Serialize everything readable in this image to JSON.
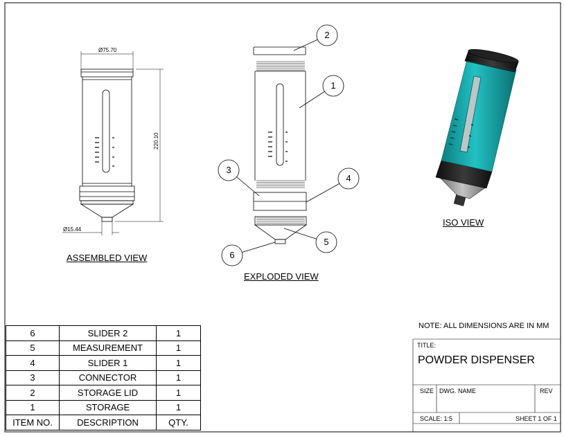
{
  "views": {
    "assembled": "ASSEMBLED VIEW",
    "exploded": "EXPLODED VIEW",
    "iso": "ISO VIEW"
  },
  "dimensions": {
    "top_diameter": "Ø75.70",
    "height": "220.10",
    "nozzle_diameter": "Ø15.44"
  },
  "balloons": [
    "1",
    "2",
    "3",
    "4",
    "5",
    "6"
  ],
  "bom": {
    "rows": [
      {
        "item": "6",
        "description": "SLIDER 2",
        "qty": "1"
      },
      {
        "item": "5",
        "description": "MEASUREMENT",
        "qty": "1"
      },
      {
        "item": "4",
        "description": "SLIDER 1",
        "qty": "1"
      },
      {
        "item": "3",
        "description": "CONNECTOR",
        "qty": "1"
      },
      {
        "item": "2",
        "description": "STORAGE LID",
        "qty": "1"
      },
      {
        "item": "1",
        "description": "STORAGE",
        "qty": "1"
      }
    ],
    "header": {
      "item": "ITEM NO.",
      "description": "DESCRIPTION",
      "qty": "QTY."
    }
  },
  "note": "NOTE: ALL DIMENSIONS ARE IN MM",
  "title_block": {
    "title_label": "TITLE:",
    "title": "POWDER DISPENSER",
    "size_label": "SIZE",
    "dwg_label": "DWG.  NAME",
    "rev_label": "REV",
    "scale": "SCALE: 1:5",
    "sheet": "SHEET 1 OF 1"
  },
  "colors": {
    "teal": "#16a6a8",
    "dark": "#1e1e1e",
    "steel": "#9a9a9a"
  }
}
